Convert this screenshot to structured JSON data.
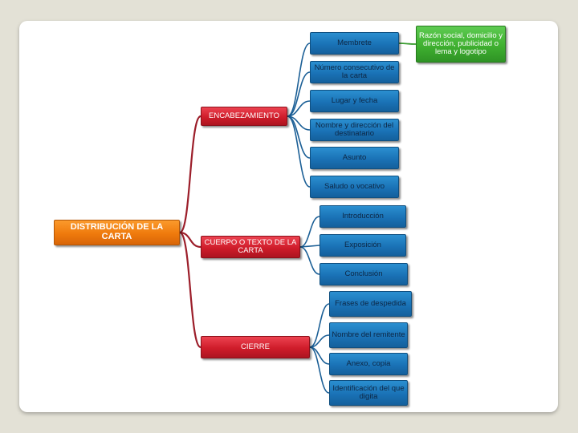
{
  "root": {
    "label": "DISTRIBUCIÓN DE  LA CARTA"
  },
  "sections": [
    {
      "label": "ENCABEZAMIENTO",
      "items": [
        "Membrete",
        "Número consecutivo de la carta",
        "Lugar y fecha",
        "Nombre y dirección del destinatario",
        "Asunto",
        "Saludo o vocativo"
      ]
    },
    {
      "label": "CUERPO O TEXTO DE LA CARTA",
      "items": [
        "Introducción",
        "Exposición",
        "Conclusión"
      ]
    },
    {
      "label": "CIERRE",
      "items": [
        "Frases de despedida",
        "Nombre del remitente",
        "Anexo, copia",
        "Identificación del que digita"
      ]
    }
  ],
  "membrete_detail": {
    "label": "Razón social, domicilio y dirección, publicidad o lema y logotipo"
  },
  "colors": {
    "root": "#ef7a0c",
    "section": "#cf1c2a",
    "item": "#1a72b6",
    "detail": "#3fb030",
    "connector_red": "#9c1e2a",
    "connector_blue": "#1b5f96",
    "connector_green": "#3a9c30"
  }
}
